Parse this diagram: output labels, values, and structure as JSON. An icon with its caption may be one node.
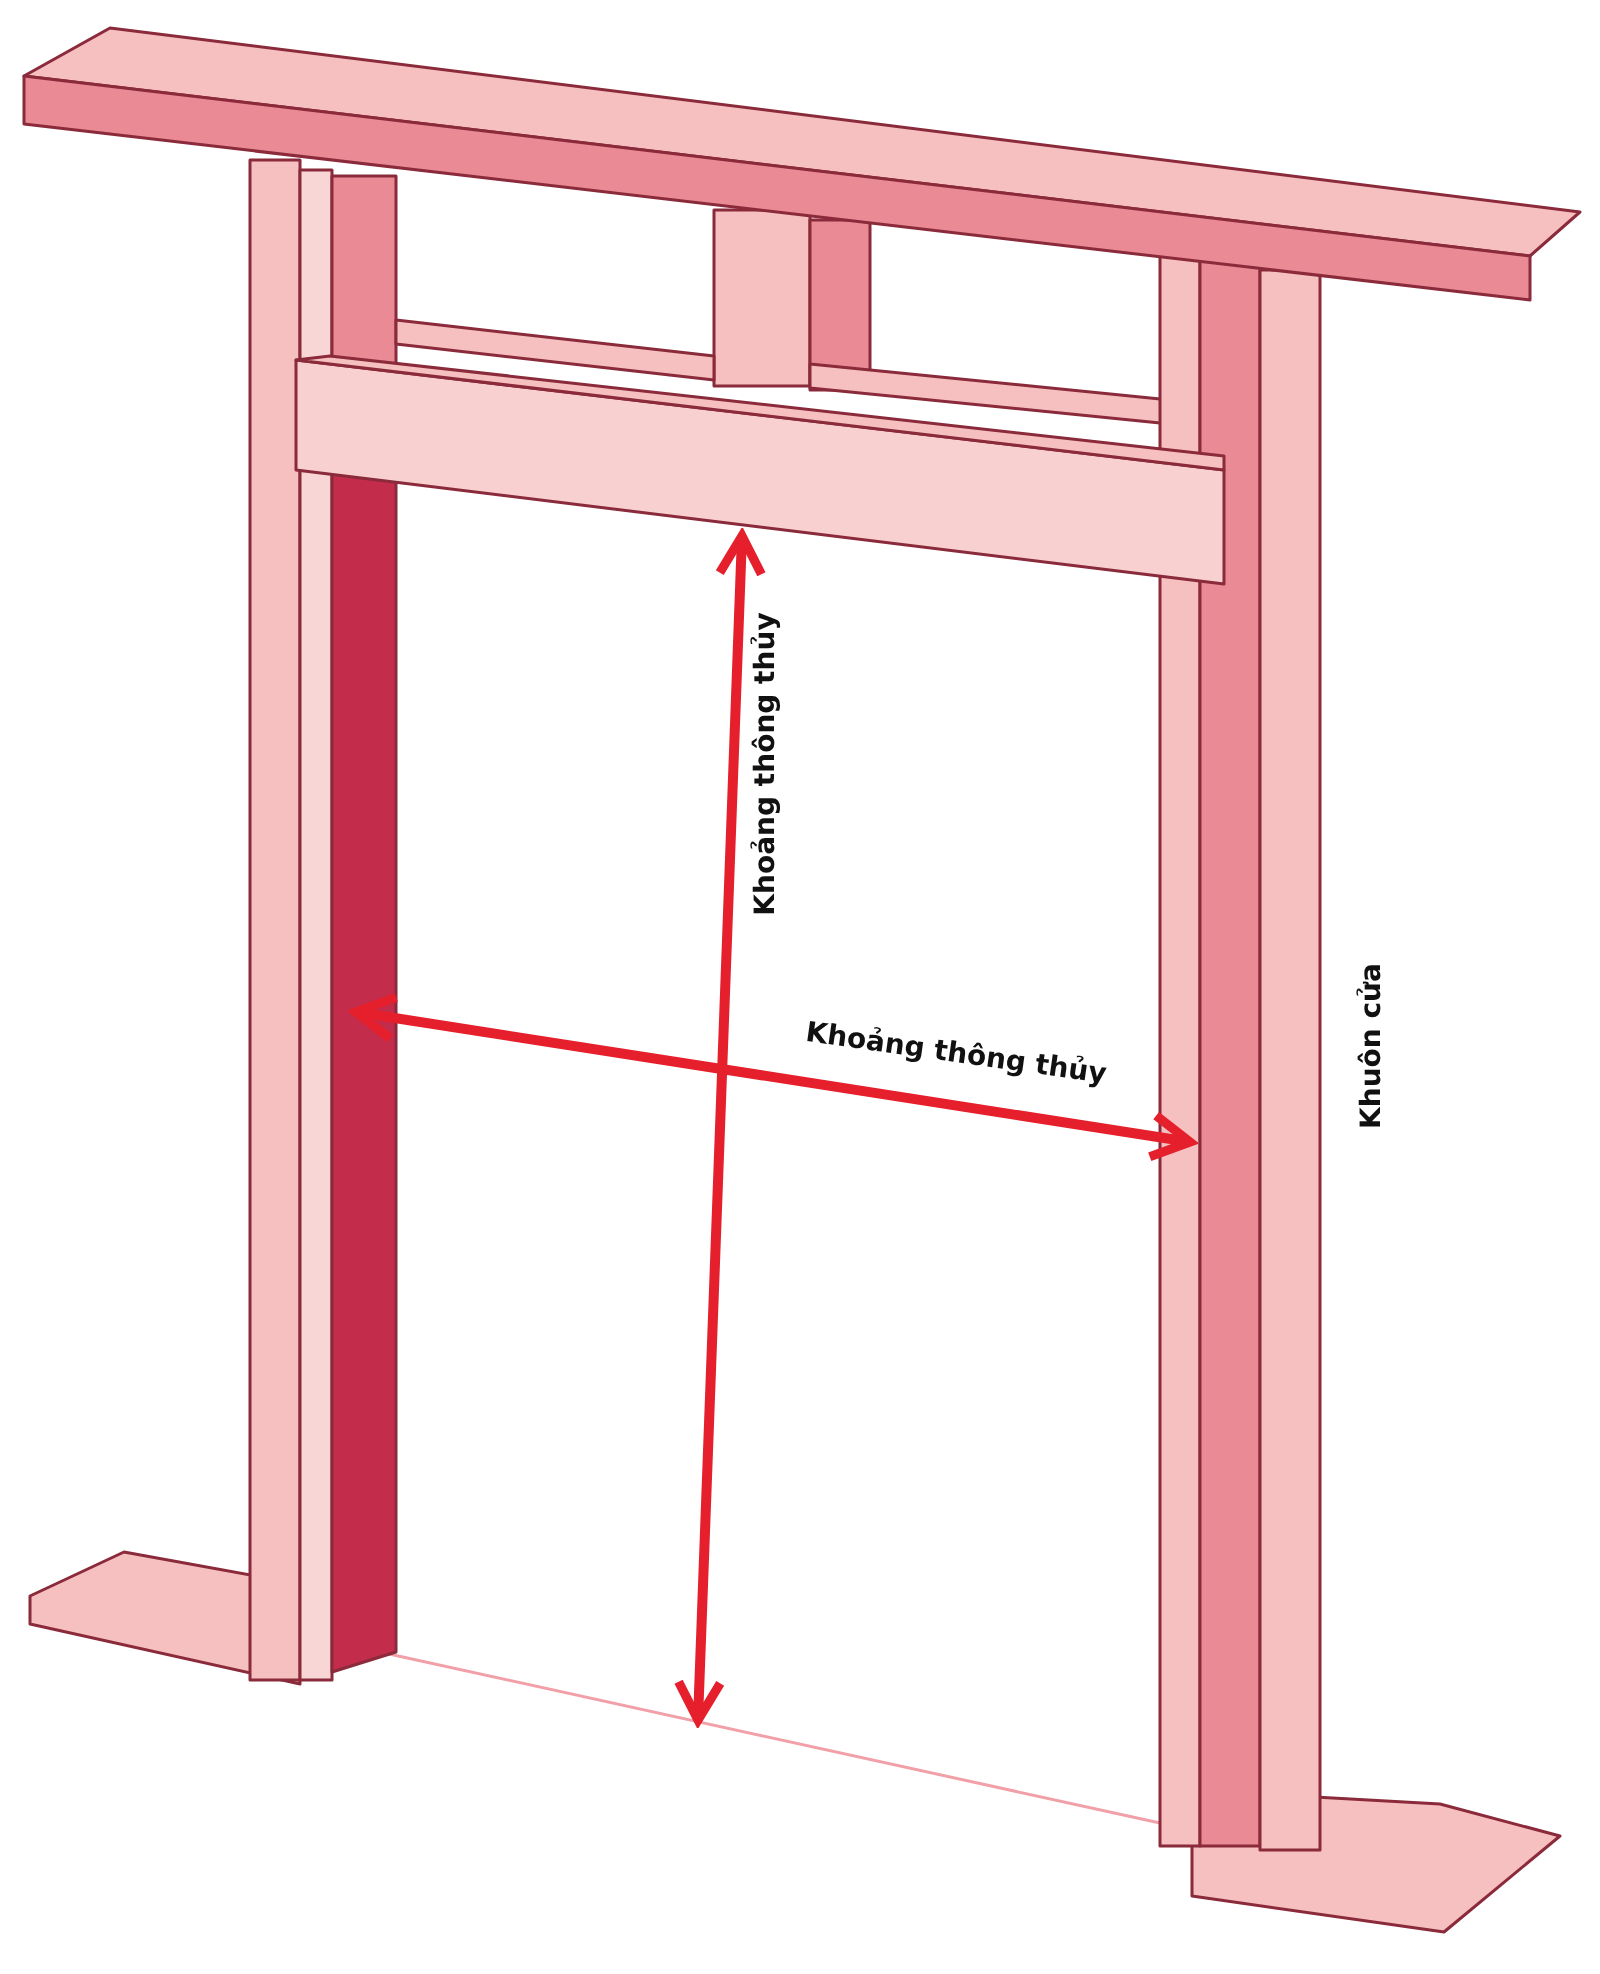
{
  "diagram": {
    "labels": [
      "Khoảng thông thủy",
      "Khoảng thông thủy",
      "Khuôn cửa"
    ]
  }
}
